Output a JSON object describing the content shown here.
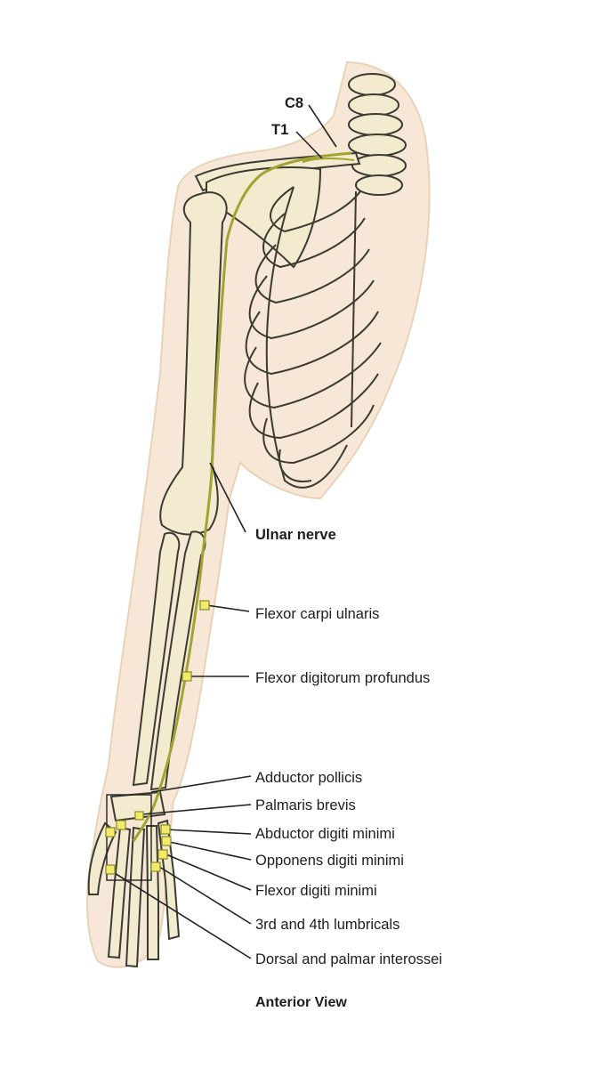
{
  "colors": {
    "skin": "#f6e7d6",
    "bone_fill": "#f2ebcf",
    "bone_stroke": "#3b3b30",
    "nerve": "#a3a334",
    "marker_fill": "#f3ea6c",
    "leader": "#222222"
  },
  "labels": {
    "roots": [
      "C8",
      "T1"
    ],
    "nerve_name": "Ulnar nerve",
    "muscles": [
      "Flexor carpi ulnaris",
      "Flexor digitorum profundus",
      "Adductor pollicis",
      "Palmaris brevis",
      "Abductor digiti minimi",
      "Opponens digiti minimi",
      "Flexor digiti minimi",
      "3rd and 4th lumbricals",
      "Dorsal and palmar interossei"
    ]
  },
  "caption": "Anterior View"
}
